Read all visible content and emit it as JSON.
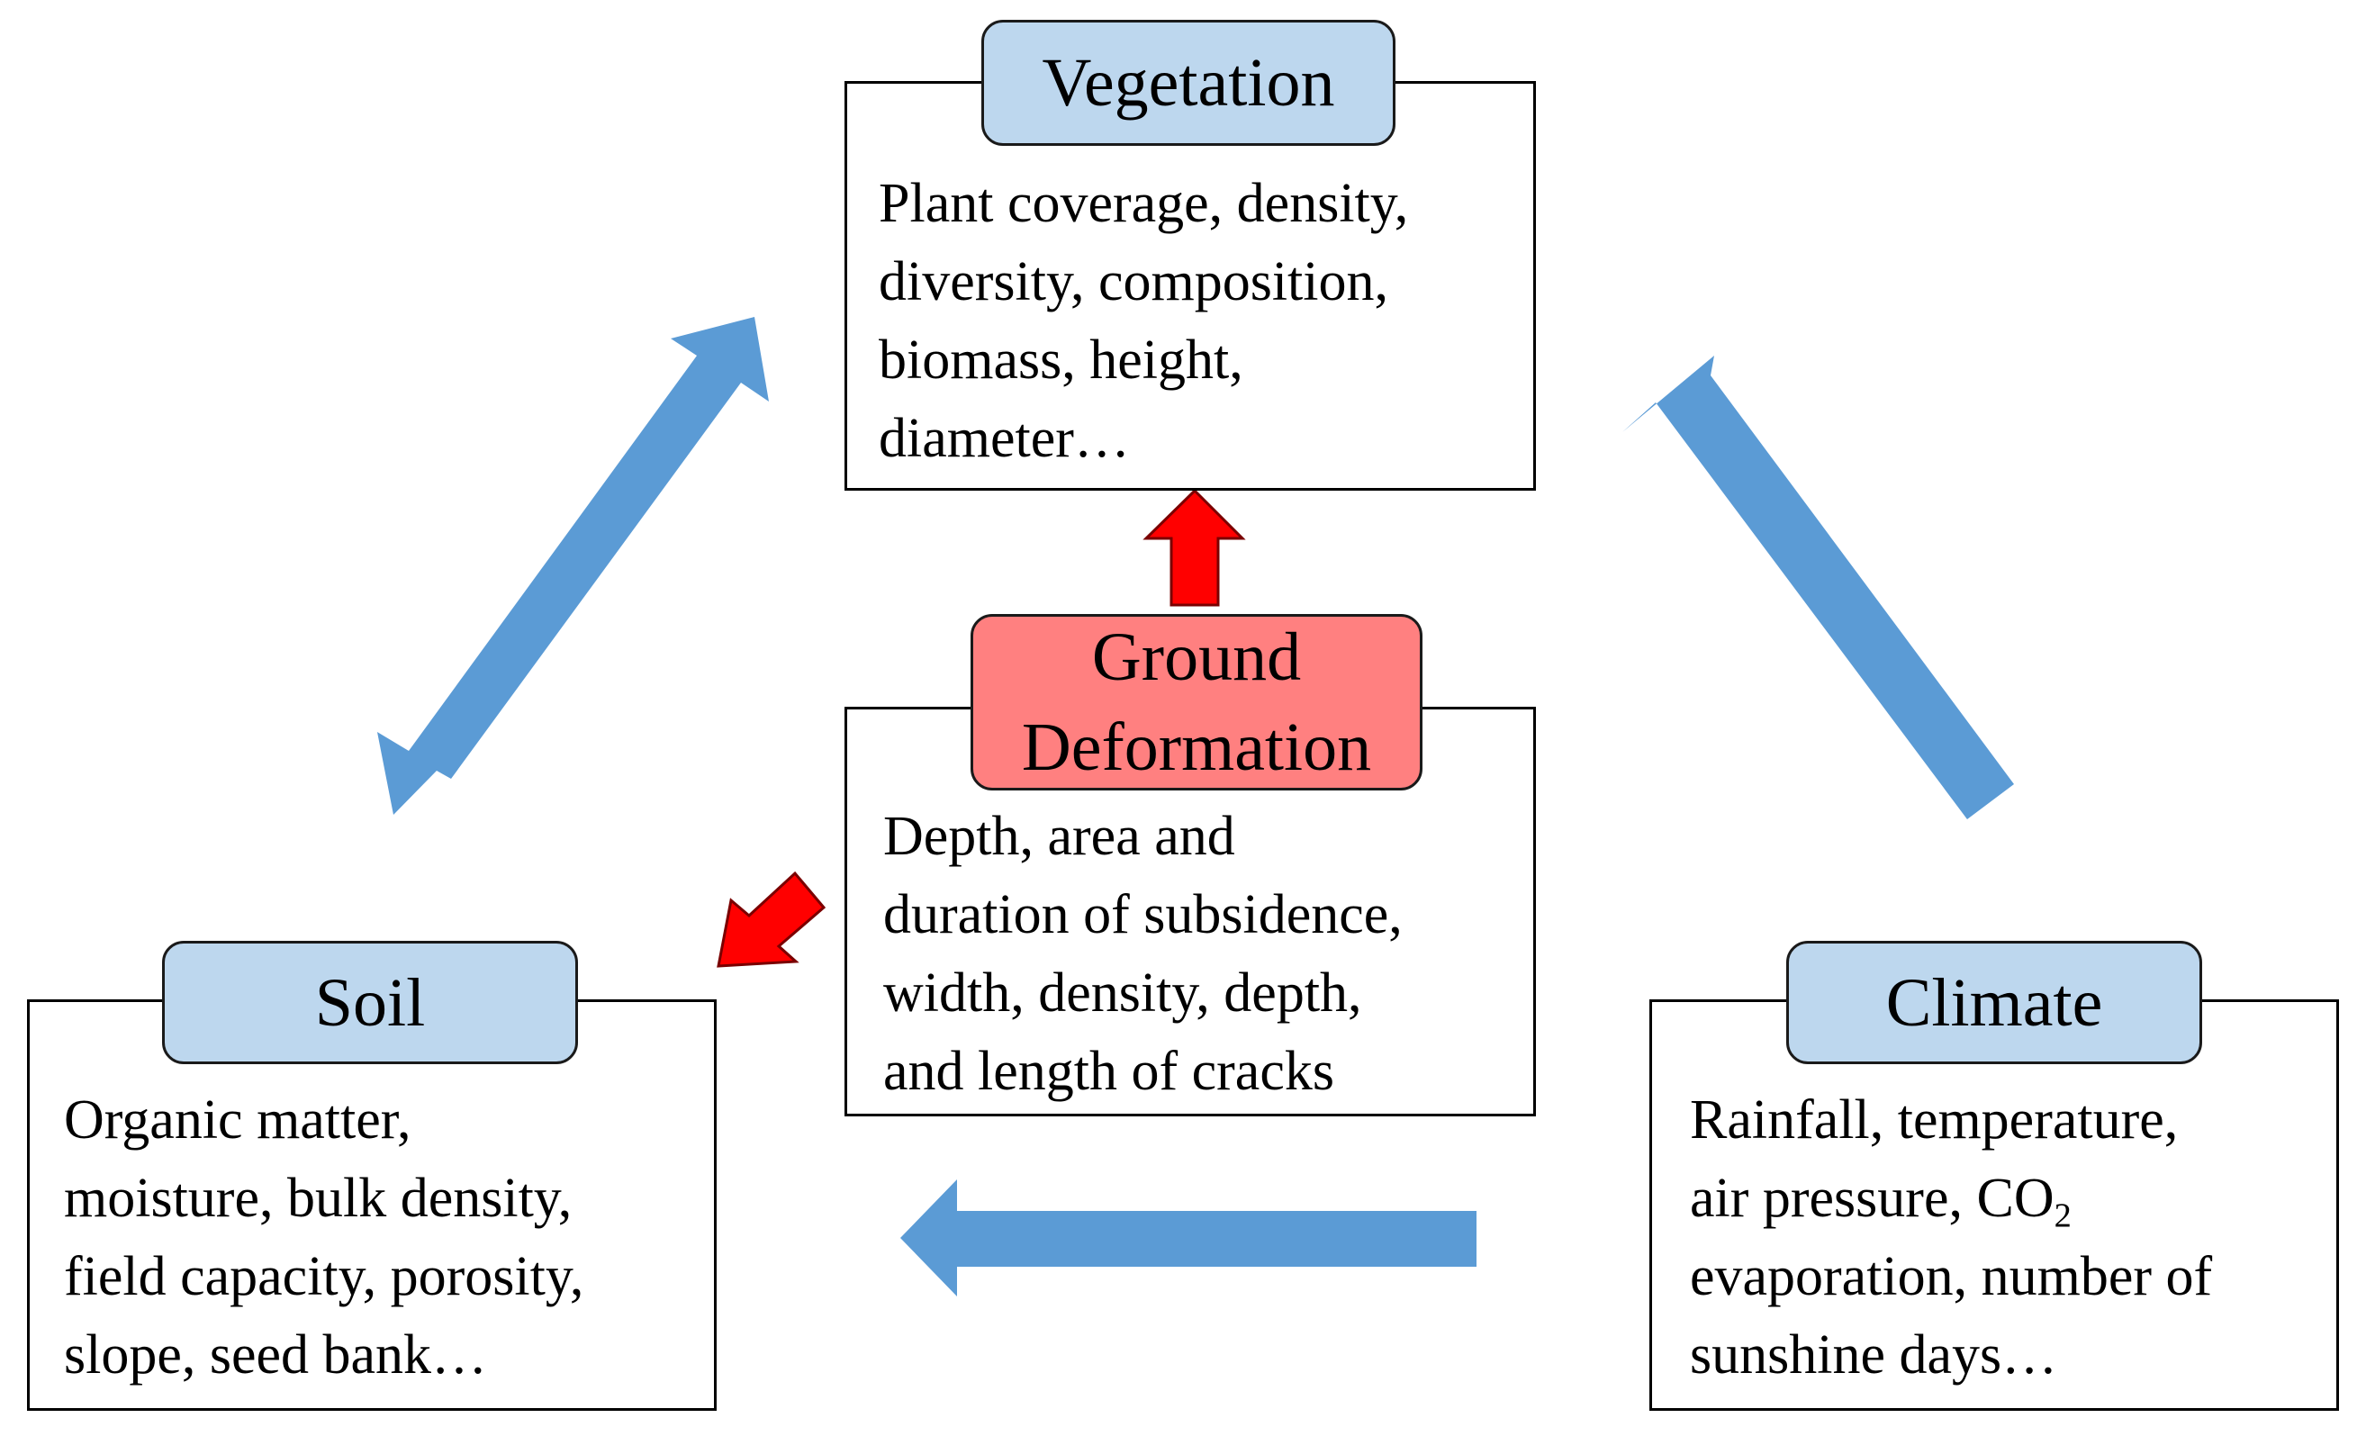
{
  "vegetation": {
    "title": "Vegetation",
    "lines": [
      "Plant coverage, density,",
      "diversity, composition,",
      "biomass, height,",
      "diameter…"
    ]
  },
  "ground_deformation": {
    "title_line1": "Ground",
    "title_line2": "Deformation",
    "lines": [
      "Depth, area and",
      "duration of subsidence,",
      "width, density, depth,",
      "and length of cracks"
    ]
  },
  "soil": {
    "title": "Soil",
    "lines": [
      "Organic matter,",
      "moisture, bulk density,",
      "field capacity, porosity,",
      "slope, seed bank…"
    ]
  },
  "climate": {
    "title": "Climate",
    "line1": "Rainfall, temperature,",
    "line2_text": "air pressure, CO",
    "line2_sub": "2",
    "line3": "evaporation, number of",
    "line4": "sunshine days…"
  },
  "colors": {
    "blue_arrow": "#5b9bd5",
    "red_arrow": "#ff0000",
    "title_blue": "#bdd7ee",
    "title_red": "#ff8080"
  }
}
